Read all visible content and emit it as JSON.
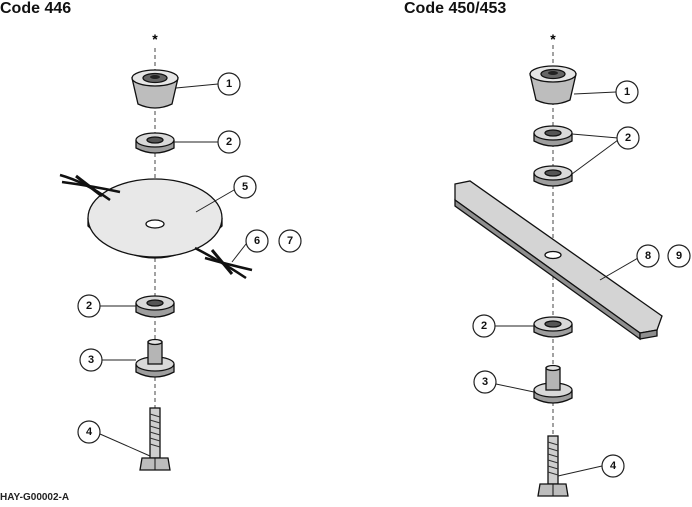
{
  "headings": {
    "left": "Code 446",
    "right": "Code 450/453"
  },
  "figure_code": "HAY-G00002-A",
  "axis_marker": "*",
  "callouts": {
    "left": [
      "1",
      "2",
      "5",
      "6",
      "7",
      "2",
      "3",
      "4"
    ],
    "right": [
      "1",
      "2",
      "8",
      "9",
      "2",
      "3",
      "4"
    ]
  }
}
